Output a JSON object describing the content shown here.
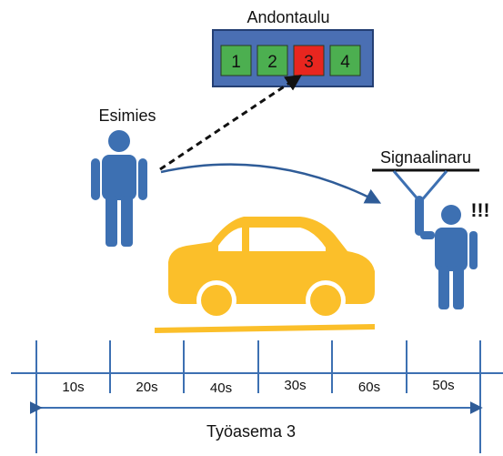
{
  "andon_board": {
    "title": "Andontaulu",
    "cells": [
      {
        "label": "1",
        "status": "ok"
      },
      {
        "label": "2",
        "status": "ok"
      },
      {
        "label": "3",
        "status": "alert"
      },
      {
        "label": "4",
        "status": "ok"
      }
    ]
  },
  "supervisor": {
    "label": "Esimies"
  },
  "signal_cord": {
    "label": "Signaalinaru",
    "alert_mark": "!!!"
  },
  "timeline": {
    "segments": [
      "10s",
      "20s",
      "40s",
      "30s",
      "60s",
      "50s"
    ],
    "station_label": "Työasema 3"
  },
  "colors": {
    "board_bg": "#4a6fb3",
    "board_border": "#243f73",
    "cell_ok": "#4caf50",
    "cell_alert": "#e8261f",
    "person": "#3d70b2",
    "car": "#fbbf2a",
    "timeline": "#3d70b2",
    "arrow": "#2f5c98",
    "dashed": "#111111"
  }
}
